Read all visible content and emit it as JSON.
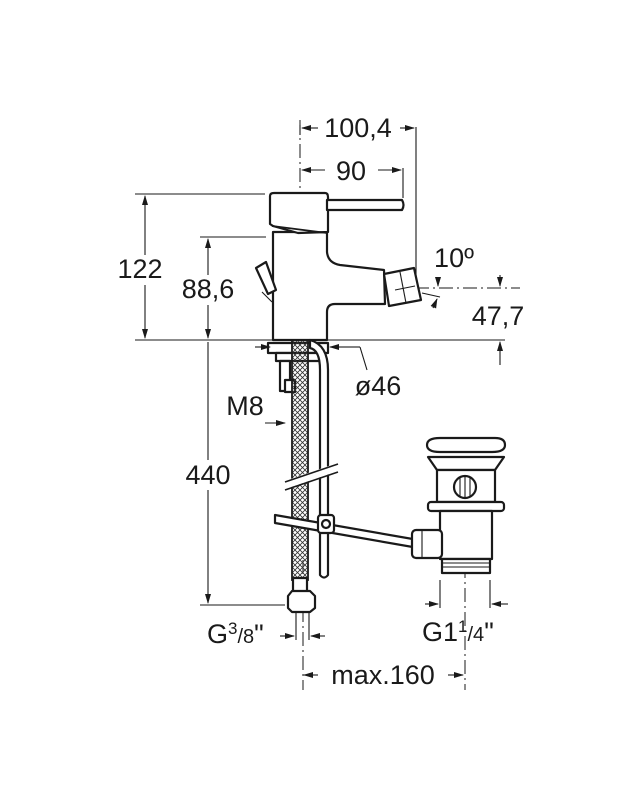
{
  "drawing": {
    "title": "Bidet mixer technical drawing",
    "dimensions": {
      "overall_reach": "100,4",
      "lever_reach": "90",
      "total_height": "122",
      "body_height": "88,6",
      "spout_angle": "10º",
      "spout_height": "47,7",
      "base_diameter": "ø46",
      "stud_thread": "M8",
      "hose_length": "440",
      "hose_connection_g": "G",
      "hose_connection_num": "3",
      "hose_connection_den": "/8",
      "hose_connection_unit": "\"",
      "waste_connection_g": "G1",
      "waste_connection_num": "1",
      "waste_connection_den": "/4",
      "waste_connection_unit": "\"",
      "waste_distance": "max.160"
    },
    "line_color": "#1a1a1a"
  }
}
